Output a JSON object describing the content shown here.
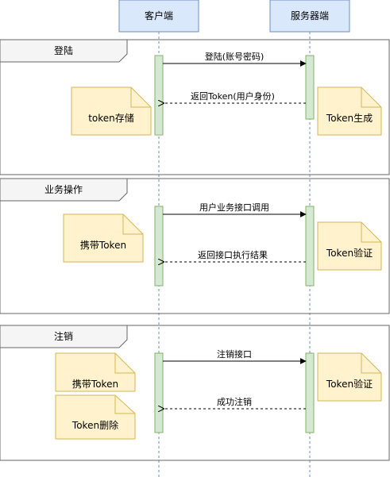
{
  "participants": {
    "client": "客户端",
    "server": "服务器端"
  },
  "frames": [
    {
      "title": "登陆",
      "request": "登陆(账号密码)",
      "response": "返回Token(用户身份)",
      "client_notes": [
        "token存储"
      ],
      "server_note": "Token生成"
    },
    {
      "title": "业务操作",
      "request": "用户业务接口调用",
      "response": "返回接口执行结果",
      "client_notes": [
        "携带Token"
      ],
      "server_note": "Token验证"
    },
    {
      "title": "注销",
      "request": "注销接口",
      "response": "成功注销",
      "client_notes": [
        "携带Token",
        "Token删除"
      ],
      "server_note": "Token验证"
    }
  ],
  "colors": {
    "participant_fill": "#dae8fc",
    "participant_stroke": "#6c8ebf",
    "activation_fill": "#d5e8d4",
    "activation_stroke": "#82b366",
    "note_fill": "#fff2cc",
    "note_stroke": "#d6b656",
    "frame_stroke": "#666666",
    "frame_tab_fill": "#f5f5f5",
    "lifeline": "#6c8ebf"
  }
}
